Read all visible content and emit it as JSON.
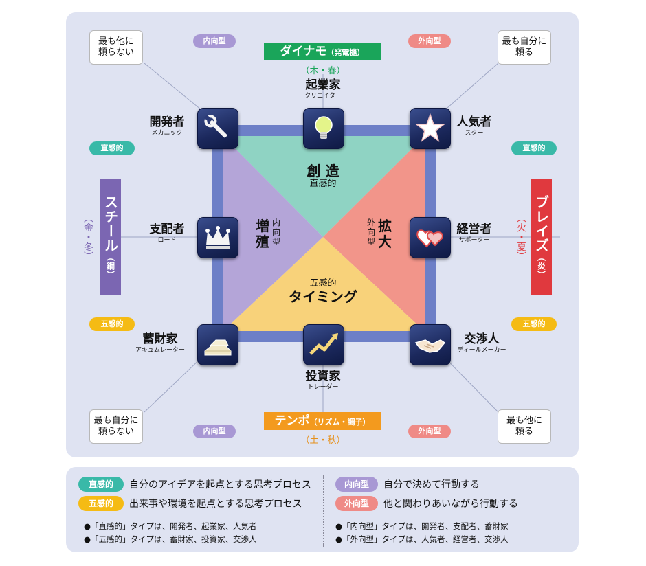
{
  "badges": {
    "introvert": "内向型",
    "extrovert": "外向型",
    "intuitive": "直感的",
    "five_sense": "五感的"
  },
  "corners": {
    "top_left": "最も他に\n頼らない",
    "top_right": "最も自分に\n頼る",
    "bottom_left": "最も自分に\n頼らない",
    "bottom_right": "最も他に\n頼る"
  },
  "poles": {
    "top": {
      "name": "ダイナモ",
      "detail": "（発電機）",
      "season": "（木・春）",
      "color": "#1aa55a"
    },
    "bottom": {
      "name": "テンポ",
      "detail": "（リズム・調子）",
      "season": "（土・秋）",
      "color": "#f39a1e"
    },
    "left": {
      "name": "スチール",
      "detail": "（鋼）",
      "season": "（金・冬）",
      "color": "#7b66b2"
    },
    "right": {
      "name": "ブレイズ",
      "detail": "（炎）",
      "season": "（火・夏）",
      "color": "#e0393e"
    }
  },
  "nodes": {
    "top_left": {
      "name": "開発者",
      "sub": "メカニック",
      "icon": "wrench-icon"
    },
    "top": {
      "name": "起業家",
      "sub": "クリエイター",
      "icon": "lightbulb-icon"
    },
    "top_right": {
      "name": "人気者",
      "sub": "スター",
      "icon": "star-icon"
    },
    "left": {
      "name": "支配者",
      "sub": "ロード",
      "icon": "crown-icon"
    },
    "right": {
      "name": "経営者",
      "sub": "サポーター",
      "icon": "hearts-icon"
    },
    "bottom_left": {
      "name": "蓄財家",
      "sub": "アキュムレーター",
      "icon": "gold-bars-icon"
    },
    "bottom": {
      "name": "投資家",
      "sub": "トレーダー",
      "icon": "chart-arrow-icon"
    },
    "bottom_right": {
      "name": "交渉人",
      "sub": "ディールメーカー",
      "icon": "handshake-icon"
    }
  },
  "quadrants": {
    "top": {
      "label": "創 造",
      "sub": "直感的",
      "color": "#8fd3c3"
    },
    "right": {
      "label": "拡\n大",
      "sub": "外\n向\n型",
      "color": "#f2958a"
    },
    "bottom": {
      "label": "タイミング",
      "sub": "五感的",
      "color": "#f8d27a"
    },
    "left": {
      "label": "増\n殖",
      "sub": "内\n向\n型",
      "color": "#b4a5d8"
    }
  },
  "legend": {
    "intuitive_desc": "自分のアイデアを起点とする思考プロセス",
    "five_sense_desc": "出来事や環境を起点とする思考プロセス",
    "introvert_desc": "自分で決めて行動する",
    "extrovert_desc": "他と関わりあいながら行動する",
    "note_intuitive": "●「直感的」タイプは、開発者、起業家、人気者",
    "note_five_sense": "●「五感的」タイプは、蓄財家、投資家、交渉人",
    "note_introvert": "●「内向型」タイプは、開発者、支配者、蓄財家",
    "note_extrovert": "●「外向型」タイプは、人気者、経営者、交渉人"
  }
}
